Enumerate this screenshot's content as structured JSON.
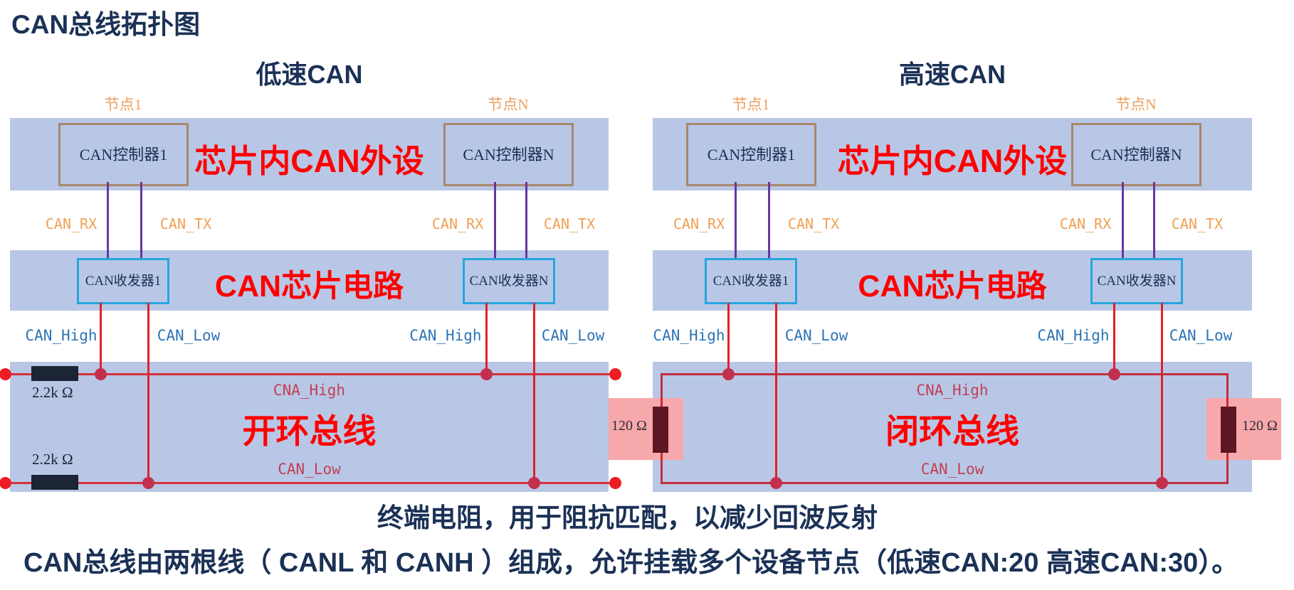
{
  "title": "CAN总线拓扑图",
  "notes": {
    "terminator_note": "终端电阻，用于阻抗匹配，以减少回波反射",
    "bus_note": "CAN总线由两根线（ CANL 和 CANH ）组成，允许挂载多个设备节点（低速CAN:20 高速CAN:30）。"
  },
  "colors": {
    "band_blue": "#b9c7e6",
    "heading_navy": "#1b3156",
    "accent_red_text": "#ff0000",
    "node_orange": "#ee9f5c",
    "signal_orange": "#f0a055",
    "wire_purple": "#6a35a0",
    "wire_red": "#e02129",
    "bus_line_red": "#cf2e3c",
    "can_level_blue": "#2e74b5",
    "bus_label_crimson": "#c04055",
    "controller_border_brown": "#a8876c",
    "transceiver_border_cyan": "#25a6df",
    "resistor_dark_navy": "#1b2535",
    "terminator_dark_red": "#5e1722",
    "terminator_pink": "#f7a8ab"
  },
  "topologies": [
    {
      "heading": "低速CAN",
      "bus_type": "open",
      "node_first": "节点1",
      "node_last": "节点N",
      "controller_first": "CAN控制器1",
      "controller_last": "CAN控制器N",
      "peripheral_overlay": "芯片内CAN外设",
      "transceiver_first": "CAN收发器1",
      "transceiver_last": "CAN收发器N",
      "circuit_overlay": "CAN芯片电路",
      "rx_label": "CAN_RX",
      "tx_label": "CAN_TX",
      "high_label": "CAN_High",
      "low_label": "CAN_Low",
      "bus_high_label": "CNA_High",
      "bus_low_label": "CAN_Low",
      "bus_overlay": "开环总线",
      "terminator_top": "2.2k Ω",
      "terminator_bottom": "2.2k Ω"
    },
    {
      "heading": "高速CAN",
      "bus_type": "closed",
      "node_first": "节点1",
      "node_last": "节点N",
      "controller_first": "CAN控制器1",
      "controller_last": "CAN控制器N",
      "peripheral_overlay": "芯片内CAN外设",
      "transceiver_first": "CAN收发器1",
      "transceiver_last": "CAN收发器N",
      "circuit_overlay": "CAN芯片电路",
      "rx_label": "CAN_RX",
      "tx_label": "CAN_TX",
      "high_label": "CAN_High",
      "low_label": "CAN_Low",
      "bus_high_label": "CNA_High",
      "bus_low_label": "CAN_Low",
      "bus_overlay": "闭环总线",
      "terminator_left": "120 Ω",
      "terminator_right": "120 Ω"
    }
  ]
}
